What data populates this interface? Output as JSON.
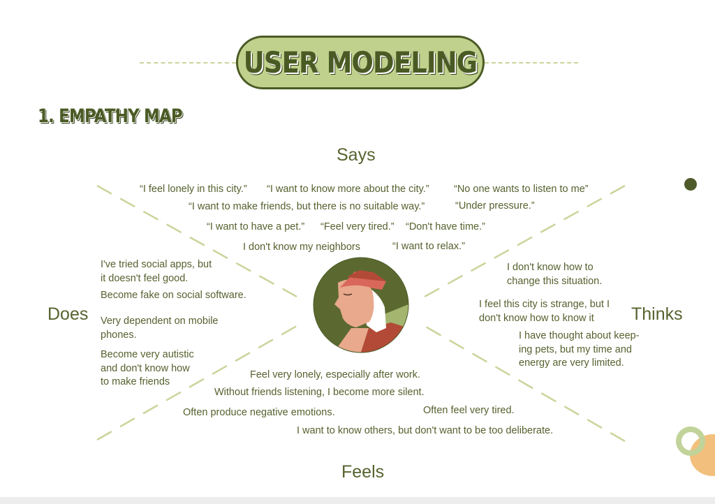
{
  "header": {
    "title": "USER MODELING",
    "section": "1. EMPATHY MAP"
  },
  "quadrants": {
    "says": "Says",
    "does": "Does",
    "thinks": "Thinks",
    "feels": "Feels"
  },
  "says_notes": [
    "“I feel lonely in this city.”",
    "“I want to know more about the city.”",
    "“No one wants to listen to me”",
    "“I want to make friends, but there is no suitable way.”",
    "“Under pressure.”",
    "“I want to have a pet.”",
    "“Feel very tired.”",
    "“Don't have time.”",
    "I don't know my neighbors",
    "“I want to relax.”"
  ],
  "does_notes": [
    "I've tried social apps, but\nit doesn't feel good.",
    "Become fake on social software.",
    "Very dependent on mobile\nphones.",
    "Become very autistic\nand don't know how\nto make friends"
  ],
  "thinks_notes": [
    "I don't know how to\nchange this situation.",
    "I feel this city is strange, but I\ndon't know how to know it",
    "I have thought about keep-\ning pets, but my time and\nenergy are very limited."
  ],
  "feels_notes": [
    "Feel very lonely, especially after work.",
    "Without friends listening, I become more silent.",
    "Often produce negative emotions.",
    "Often feel very tired.",
    "I want to know others, but don't want to be too deliberate."
  ],
  "avatar": {
    "icon": "user-avatar-icon"
  },
  "colors": {
    "accent_dark": "#4a5a24",
    "accent_light": "#bfd18c",
    "text": "#55612e",
    "dash": "#c9d49a",
    "decor_orange": "#f2c07c"
  }
}
